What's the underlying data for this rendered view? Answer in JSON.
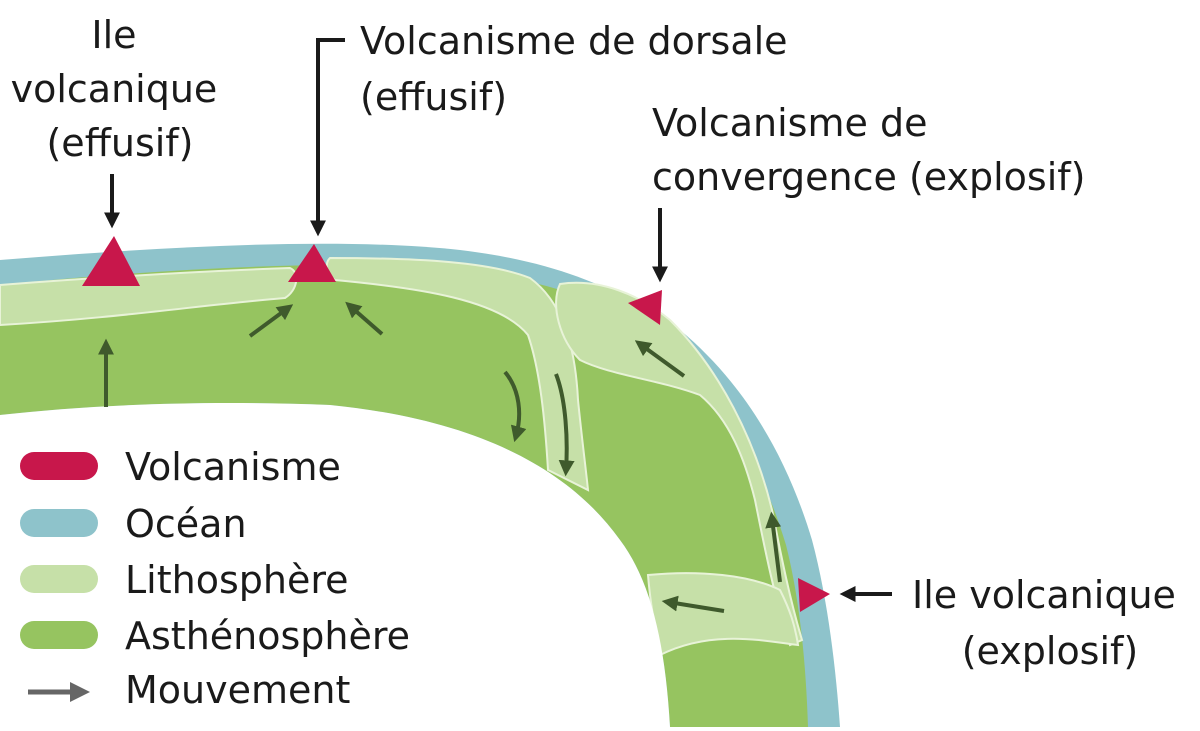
{
  "labels": {
    "ile_effusif": [
      "Ile",
      "volcanique",
      "(effusif)"
    ],
    "dorsale": [
      "Volcanisme de dorsale",
      "(effusif)"
    ],
    "convergence": [
      "Volcanisme de",
      "convergence (explosif)"
    ],
    "ile_explosif": [
      "Ile volcanique",
      "(explosif)"
    ]
  },
  "legend": [
    {
      "label": "Volcanisme",
      "color": "#c8174b"
    },
    {
      "label": "Océan",
      "color": "#8ec3cb"
    },
    {
      "label": "Lithosphère",
      "color": "#c6e0a8"
    },
    {
      "label": "Asthénosphère",
      "color": "#96c460"
    },
    {
      "label": "Mouvement",
      "color": "#666666"
    }
  ],
  "colors": {
    "volcanism": "#c8174b",
    "ocean": "#8ec3cb",
    "lithosphere": "#c6e0a8",
    "asthenosphere": "#96c460",
    "movement_arrow": "#3f5a2c",
    "pointer_arrow": "#1a1a1a"
  }
}
